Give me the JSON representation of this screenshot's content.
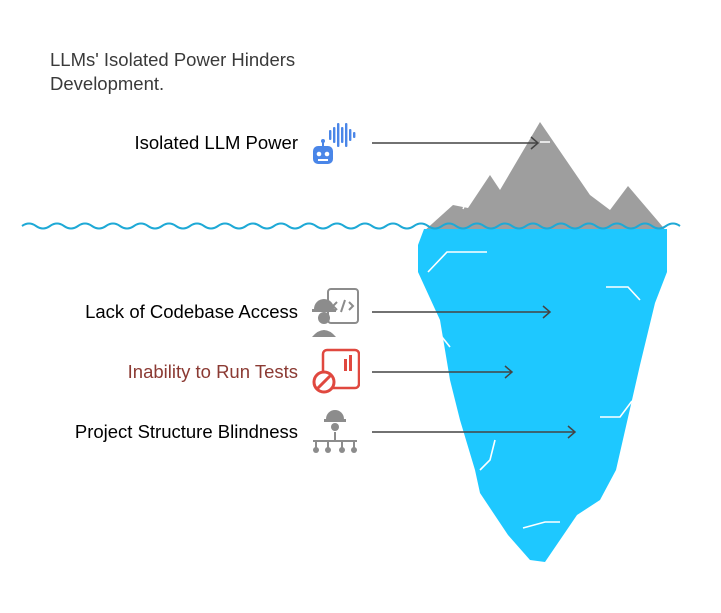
{
  "title": "LLMs' Isolated Power Hinders Development.",
  "colors": {
    "text_dark": "#3a3a3a",
    "text_red": "#8b3a33",
    "iceberg_top": "#9e9e9e",
    "iceberg_body": "#1ec8ff",
    "water": "#1ea9d6",
    "arrow": "#444444",
    "icon_blue": "#4a86e8",
    "icon_gray": "#8c8c8c",
    "icon_red": "#e0483f"
  },
  "items": [
    {
      "label": "Isolated LLM Power",
      "icon": "robot-voice-icon",
      "color": "#3a3a3a"
    },
    {
      "label": "Lack of Codebase Access",
      "icon": "developer-code-icon",
      "color": "#3a3a3a"
    },
    {
      "label": "Inability to Run Tests",
      "icon": "blocked-report-icon",
      "color": "#8b3a33"
    },
    {
      "label": "Project Structure Blindness",
      "icon": "worker-network-icon",
      "color": "#3a3a3a"
    }
  ]
}
